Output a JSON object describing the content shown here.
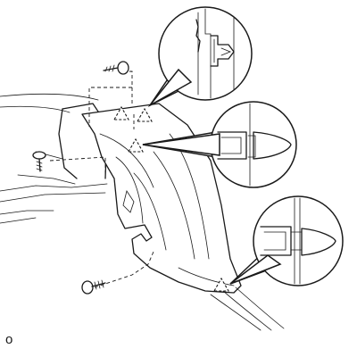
{
  "figure": {
    "code": "o",
    "line_color": "#1a1a1a",
    "background": "#ffffff"
  },
  "parts": {
    "screws": [
      "screw-icon",
      "screw-icon",
      "screw-icon"
    ],
    "clip_markers": [
      "clip-marker-icon",
      "clip-marker-icon",
      "clip-marker-icon",
      "clip-marker-icon"
    ],
    "detail_callouts": [
      "clip-detail-top",
      "clip-detail-middle",
      "clip-detail-bottom"
    ]
  }
}
